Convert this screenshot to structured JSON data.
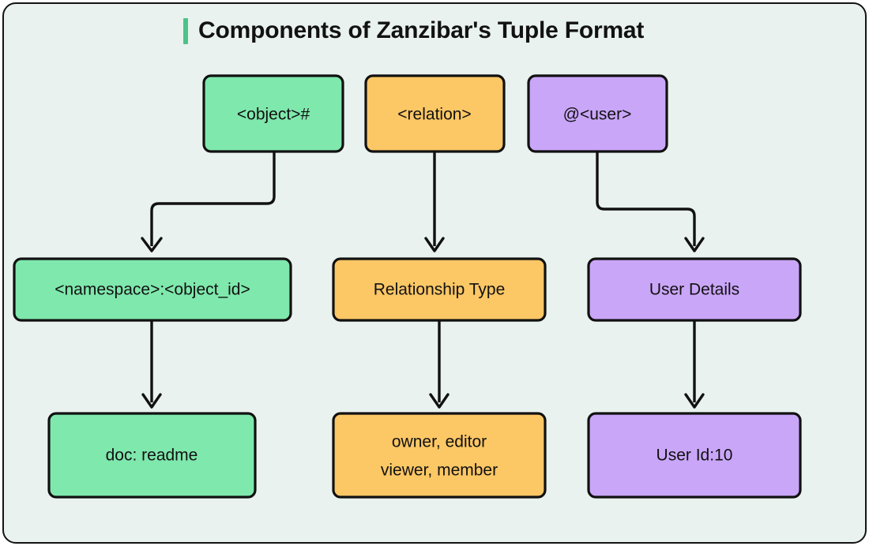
{
  "page": {
    "background": "#ffffff",
    "canvas_background": "#e9f2ee",
    "border_color": "#141414"
  },
  "header": {
    "accent_color": "#4cc38a",
    "title": "Components of Zanzibar's Tuple Format"
  },
  "palette": {
    "green": "#7fe8ad",
    "orange": "#fcc765",
    "purple": "#caa6f9",
    "stroke": "#111111"
  },
  "diagram": {
    "type": "flow-diagram",
    "columns": [
      {
        "name": "object-column",
        "color": "#7fe8ad",
        "nodes": [
          {
            "id": "object-token",
            "label": "<object>#"
          },
          {
            "id": "namespace-object-id",
            "label": "<namespace>:<object_id>"
          },
          {
            "id": "doc-readme",
            "label": "doc: readme"
          }
        ]
      },
      {
        "name": "relation-column",
        "color": "#fcc765",
        "nodes": [
          {
            "id": "relation-token",
            "label": "<relation>"
          },
          {
            "id": "relationship-type",
            "label": "Relationship Type"
          },
          {
            "id": "relation-values",
            "label_line1": "owner, editor",
            "label_line2": "viewer, member"
          }
        ]
      },
      {
        "name": "user-column",
        "color": "#caa6f9",
        "nodes": [
          {
            "id": "user-token",
            "label": "@<user>"
          },
          {
            "id": "user-details",
            "label": "User Details"
          },
          {
            "id": "user-id",
            "label": "User Id:10"
          }
        ]
      }
    ],
    "edges": [
      {
        "from": "object-token",
        "to": "namespace-object-id",
        "style": "elbow-left"
      },
      {
        "from": "namespace-object-id",
        "to": "doc-readme",
        "style": "straight"
      },
      {
        "from": "relation-token",
        "to": "relationship-type",
        "style": "straight"
      },
      {
        "from": "relationship-type",
        "to": "relation-values",
        "style": "straight"
      },
      {
        "from": "user-token",
        "to": "user-details",
        "style": "elbow-right"
      },
      {
        "from": "user-details",
        "to": "user-id",
        "style": "straight"
      }
    ]
  }
}
